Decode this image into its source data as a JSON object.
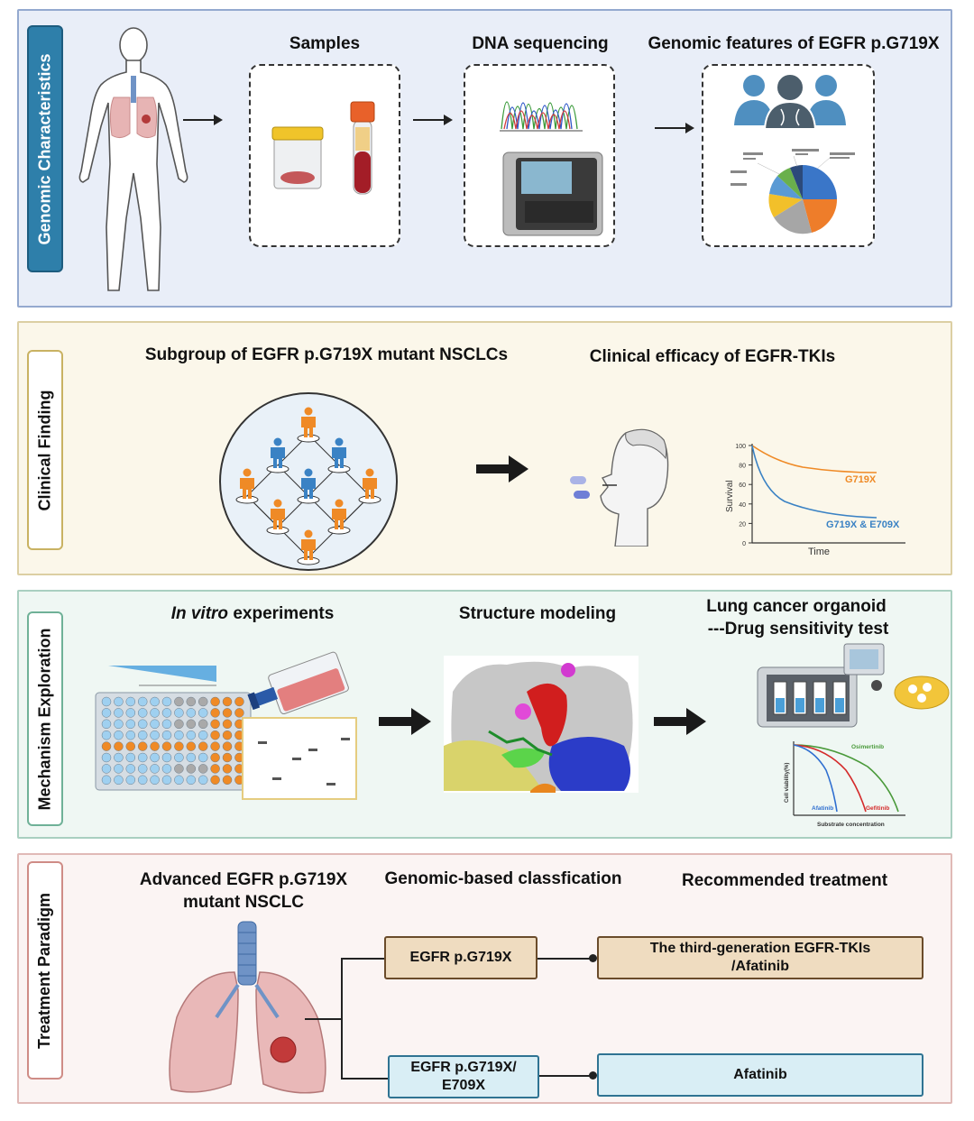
{
  "panels": {
    "genomic": {
      "label": "Genomic Characteristics",
      "samples_title": "Samples",
      "dna_title": "DNA sequencing",
      "features_title": "Genomic features of EGFR p.G719X"
    },
    "clinical": {
      "label": "Clinical Finding",
      "subgroup_title": "Subgroup of EGFR p.G719X mutant NSCLCs",
      "efficacy_title": "Clinical efficacy of EGFR-TKIs",
      "curve_chart": {
        "ylabel": "Survival",
        "xlabel": "Time",
        "yticks": [
          "100",
          "80",
          "60",
          "40",
          "20",
          "0"
        ],
        "series": [
          {
            "name": "G719X",
            "color": "#ef8a26"
          },
          {
            "name": "G719X & E709X",
            "color": "#3a82c4"
          }
        ]
      }
    },
    "mechanism": {
      "label": "Mechanism Exploration",
      "invitro_italic": "In vitro",
      "invitro_rest": " experiments",
      "structure_title": "Structure modeling",
      "organoid_title_1": "Lung cancer organoid",
      "organoid_title_2": "---Drug sensitivity test",
      "viability_chart": {
        "ylabel": "Cell viability(%)",
        "xlabel": "Substrate concentration",
        "series": [
          {
            "name": "Osimertinib",
            "color": "#4a9a3a"
          },
          {
            "name": "Afatinib",
            "color": "#2f6fd0"
          },
          {
            "name": "Gefitinib",
            "color": "#d42a2a"
          }
        ]
      }
    },
    "treatment": {
      "label": "Treatment Paradigm",
      "advanced_title_1": "Advanced EGFR p.G719X",
      "advanced_title_2": "mutant NSCLC",
      "classification_title": "Genomic-based classfication",
      "recommended_title": "Recommended treatment",
      "class_1": "EGFR p.G719X",
      "class_2_line1": "EGFR p.G719X/",
      "class_2_line2": "E709X",
      "rec_1_line1": "The third-generation EGFR-TKIs",
      "rec_1_line2": "/Afatinib",
      "rec_2": "Afatinib"
    }
  },
  "colors": {
    "orange": "#ef8a26",
    "blue": "#3a82c4",
    "lung": "#e6b3b3",
    "trachea": "#6f93c6"
  }
}
